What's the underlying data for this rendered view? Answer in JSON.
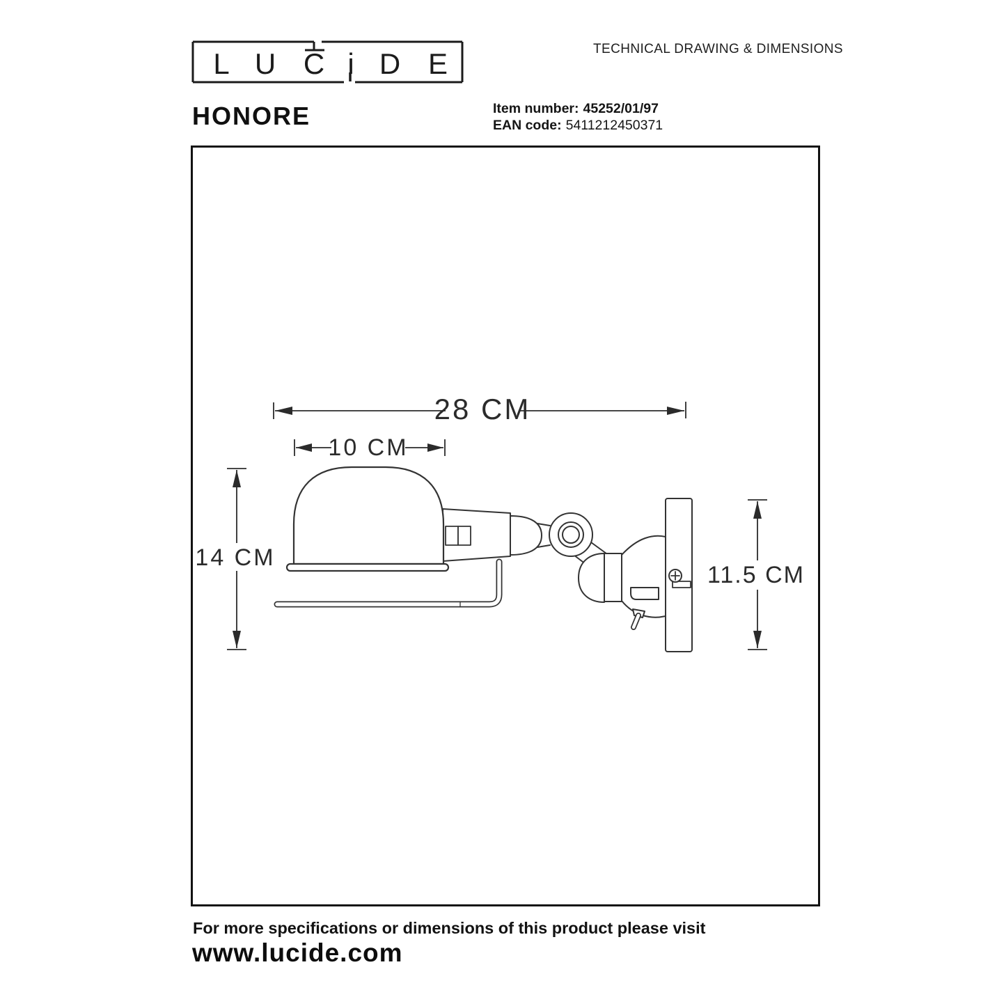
{
  "header": {
    "logo": {
      "letters": [
        "L",
        "U",
        "C",
        "i",
        "D",
        "E"
      ]
    },
    "doc_title": "TECHNICAL DRAWING & DIMENSIONS",
    "product_name": "HONORE",
    "item_number_label": "Item number:",
    "item_number": "45252/01/97",
    "ean_label": "EAN code:",
    "ean": "5411212450371"
  },
  "drawing": {
    "dimensions": {
      "overall_width": "28 CM",
      "shade_width": "10 CM",
      "overall_height": "14 CM",
      "backplate_height": "11.5 CM"
    }
  },
  "footer": {
    "note": "For more specifications or dimensions of this product please visit",
    "website": "www.lucide.com"
  },
  "colors": {
    "ink": "#1b1b1b",
    "line": "#333333",
    "background": "#ffffff"
  }
}
